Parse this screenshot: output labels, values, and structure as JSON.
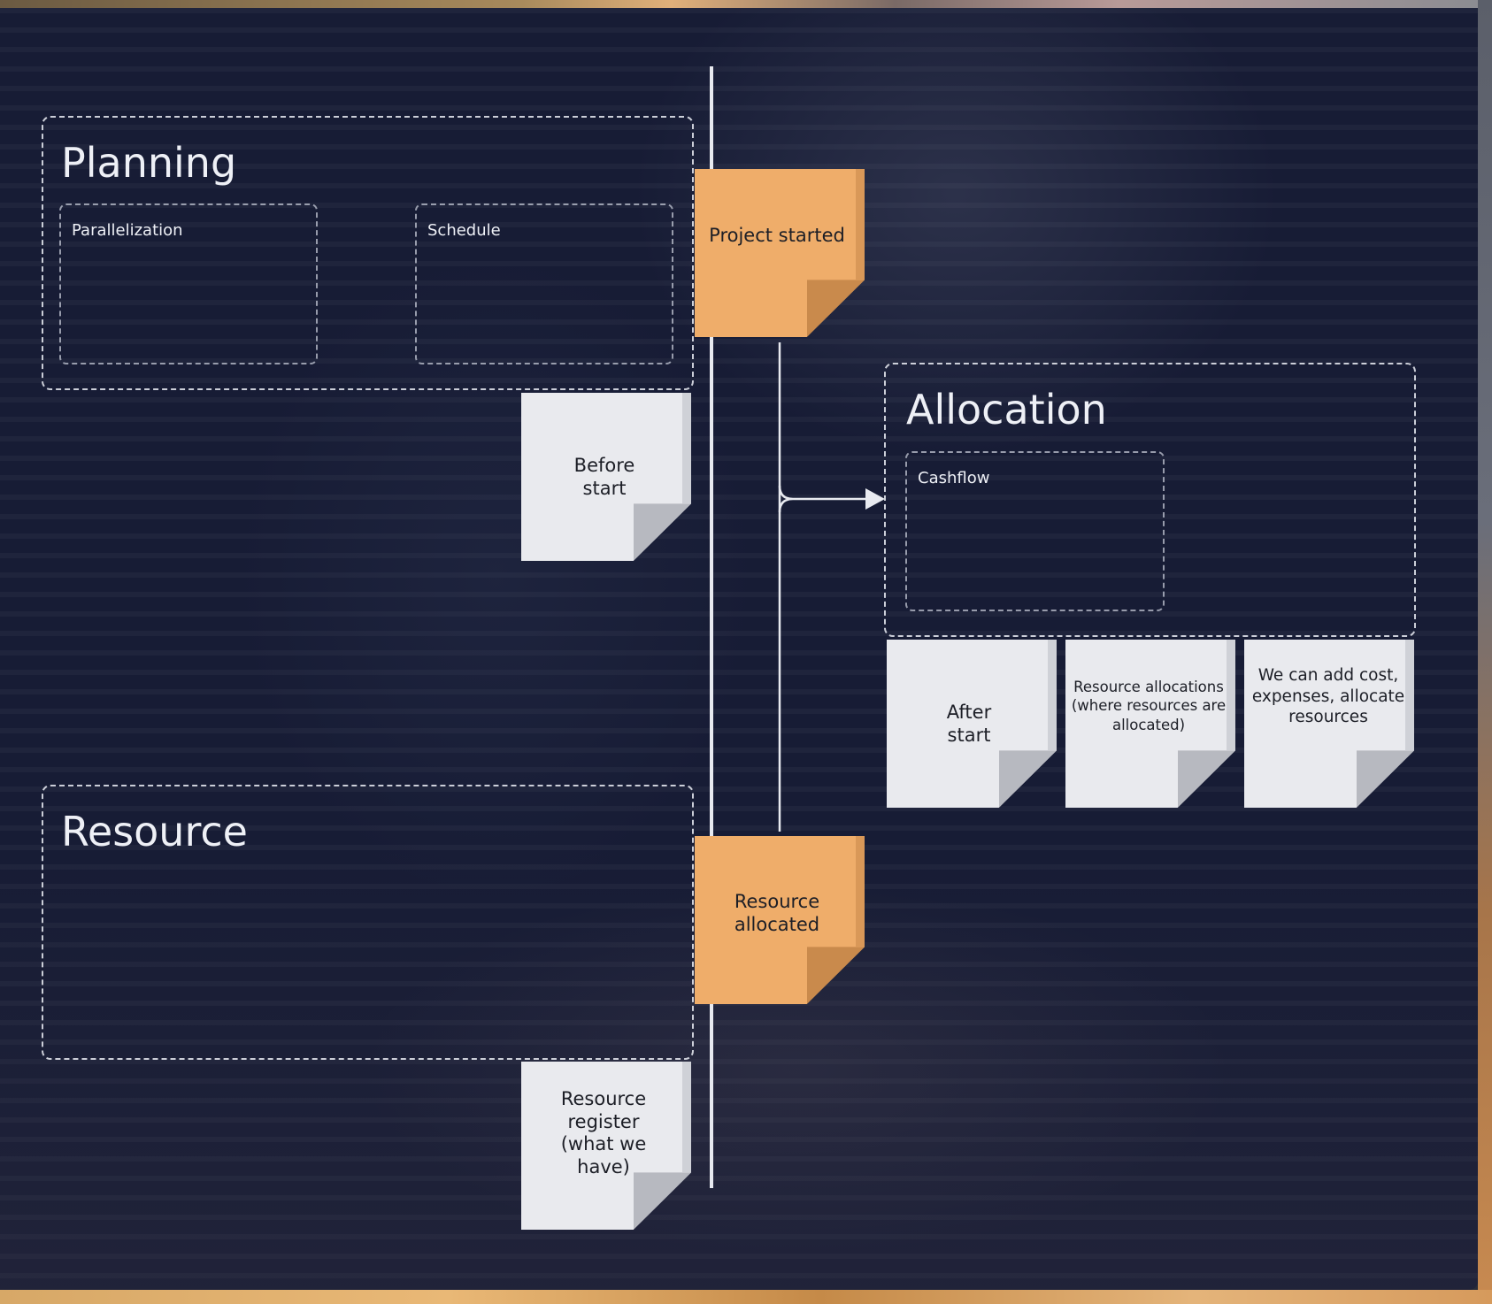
{
  "frames": {
    "planning": {
      "title": "Planning",
      "subframes": [
        {
          "label": "Parallelization"
        },
        {
          "label": "Schedule"
        }
      ]
    },
    "allocation": {
      "title": "Allocation",
      "subframes": [
        {
          "label": "Cashflow"
        }
      ]
    },
    "resource": {
      "title": "Resource"
    }
  },
  "stickies": {
    "project_started": "Project started",
    "before_start": "Before start",
    "after_start": "After start",
    "resource_allocations": "Resource allocations (where resources are allocated)",
    "add_cost": "We can add cost, expenses, allocate resources",
    "resource_allocated": "Resource allocated",
    "resource_register": "Resource register (what we have)"
  },
  "colors": {
    "board_background": "#171c35",
    "orange_sticky": "#efad6a",
    "gray_sticky": "#e9eaee",
    "line": "#e8eaf0"
  }
}
